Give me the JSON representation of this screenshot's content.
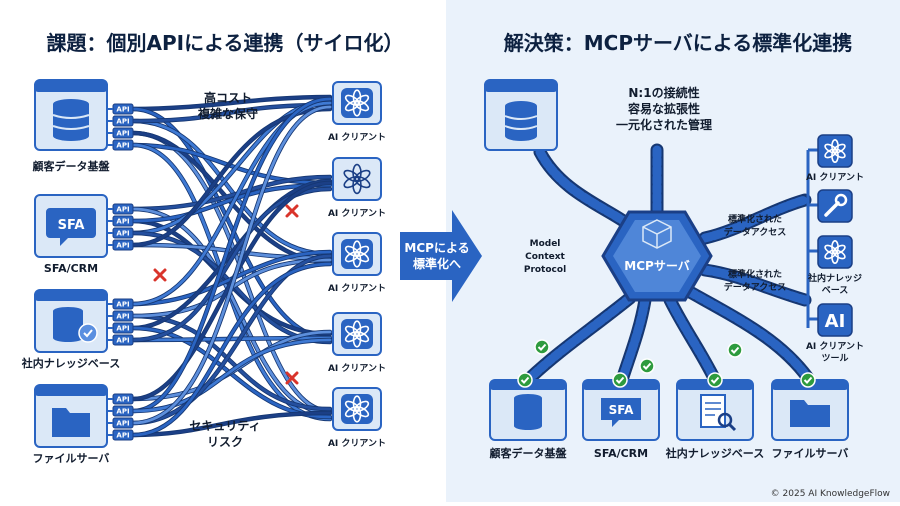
{
  "left": {
    "title": "課題：個別APIによる連携（サイロ化）",
    "note_cost": [
      "高コスト",
      "複雑な保守"
    ],
    "note_security": [
      "セキュリティ",
      "リスク"
    ],
    "api_badge": "API",
    "sources": [
      {
        "label": "顧客データ基盤",
        "icon": "database-icon"
      },
      {
        "label": "SFA/CRM",
        "icon": "sfa-icon",
        "badge": "SFA"
      },
      {
        "label": "社内ナレッジベース",
        "icon": "knowledge-db-icon"
      },
      {
        "label": "ファイルサーバ",
        "icon": "folder-icon"
      }
    ],
    "clients": [
      "AI クリアント",
      "AI クリアント",
      "AI クリアント",
      "AI クリアント",
      "AI クリアント"
    ]
  },
  "arrow": {
    "lines": [
      "MCPによる",
      "標準化へ"
    ]
  },
  "right": {
    "title": "解決策：MCPサーバによる標準化連携",
    "benefits": [
      "N:1の接続性",
      "容易な拡張性",
      "一元化された管理"
    ],
    "protocol": [
      "Model",
      "Context",
      "Protocol"
    ],
    "hub_label": "MCPサーバ",
    "access_top": [
      "標準化された",
      "データアクセス"
    ],
    "access_bottom": [
      "標準化された",
      "データアクセス"
    ],
    "clients": [
      {
        "label": [
          "AI クリアント"
        ],
        "icon": "openai-icon"
      },
      {
        "label": [],
        "icon": "wrench-icon"
      },
      {
        "label": [
          "社内ナレッジ",
          "ベース"
        ],
        "icon": "openai-icon"
      },
      {
        "label": [
          "AI クリアント",
          "ツール"
        ],
        "icon": "ai-icon",
        "badge": "AI"
      }
    ],
    "sources": [
      {
        "label": "顧客データ基盤",
        "icon": "database-icon"
      },
      {
        "label": "SFA/CRM",
        "icon": "sfa-icon",
        "badge": "SFA"
      },
      {
        "label": "社内ナレッジベース",
        "icon": "document-search-icon"
      },
      {
        "label": "ファイルサーバ",
        "icon": "folder-icon"
      }
    ]
  },
  "footer": "© 2025 AI KnowledgeFlow",
  "colors": {
    "primary": "#2a64c2",
    "dark": "#1b3f86",
    "light": "#dbe8f7",
    "panel": "#eaf2fb",
    "warn": "#d9342b",
    "ok": "#2e9b3e"
  }
}
